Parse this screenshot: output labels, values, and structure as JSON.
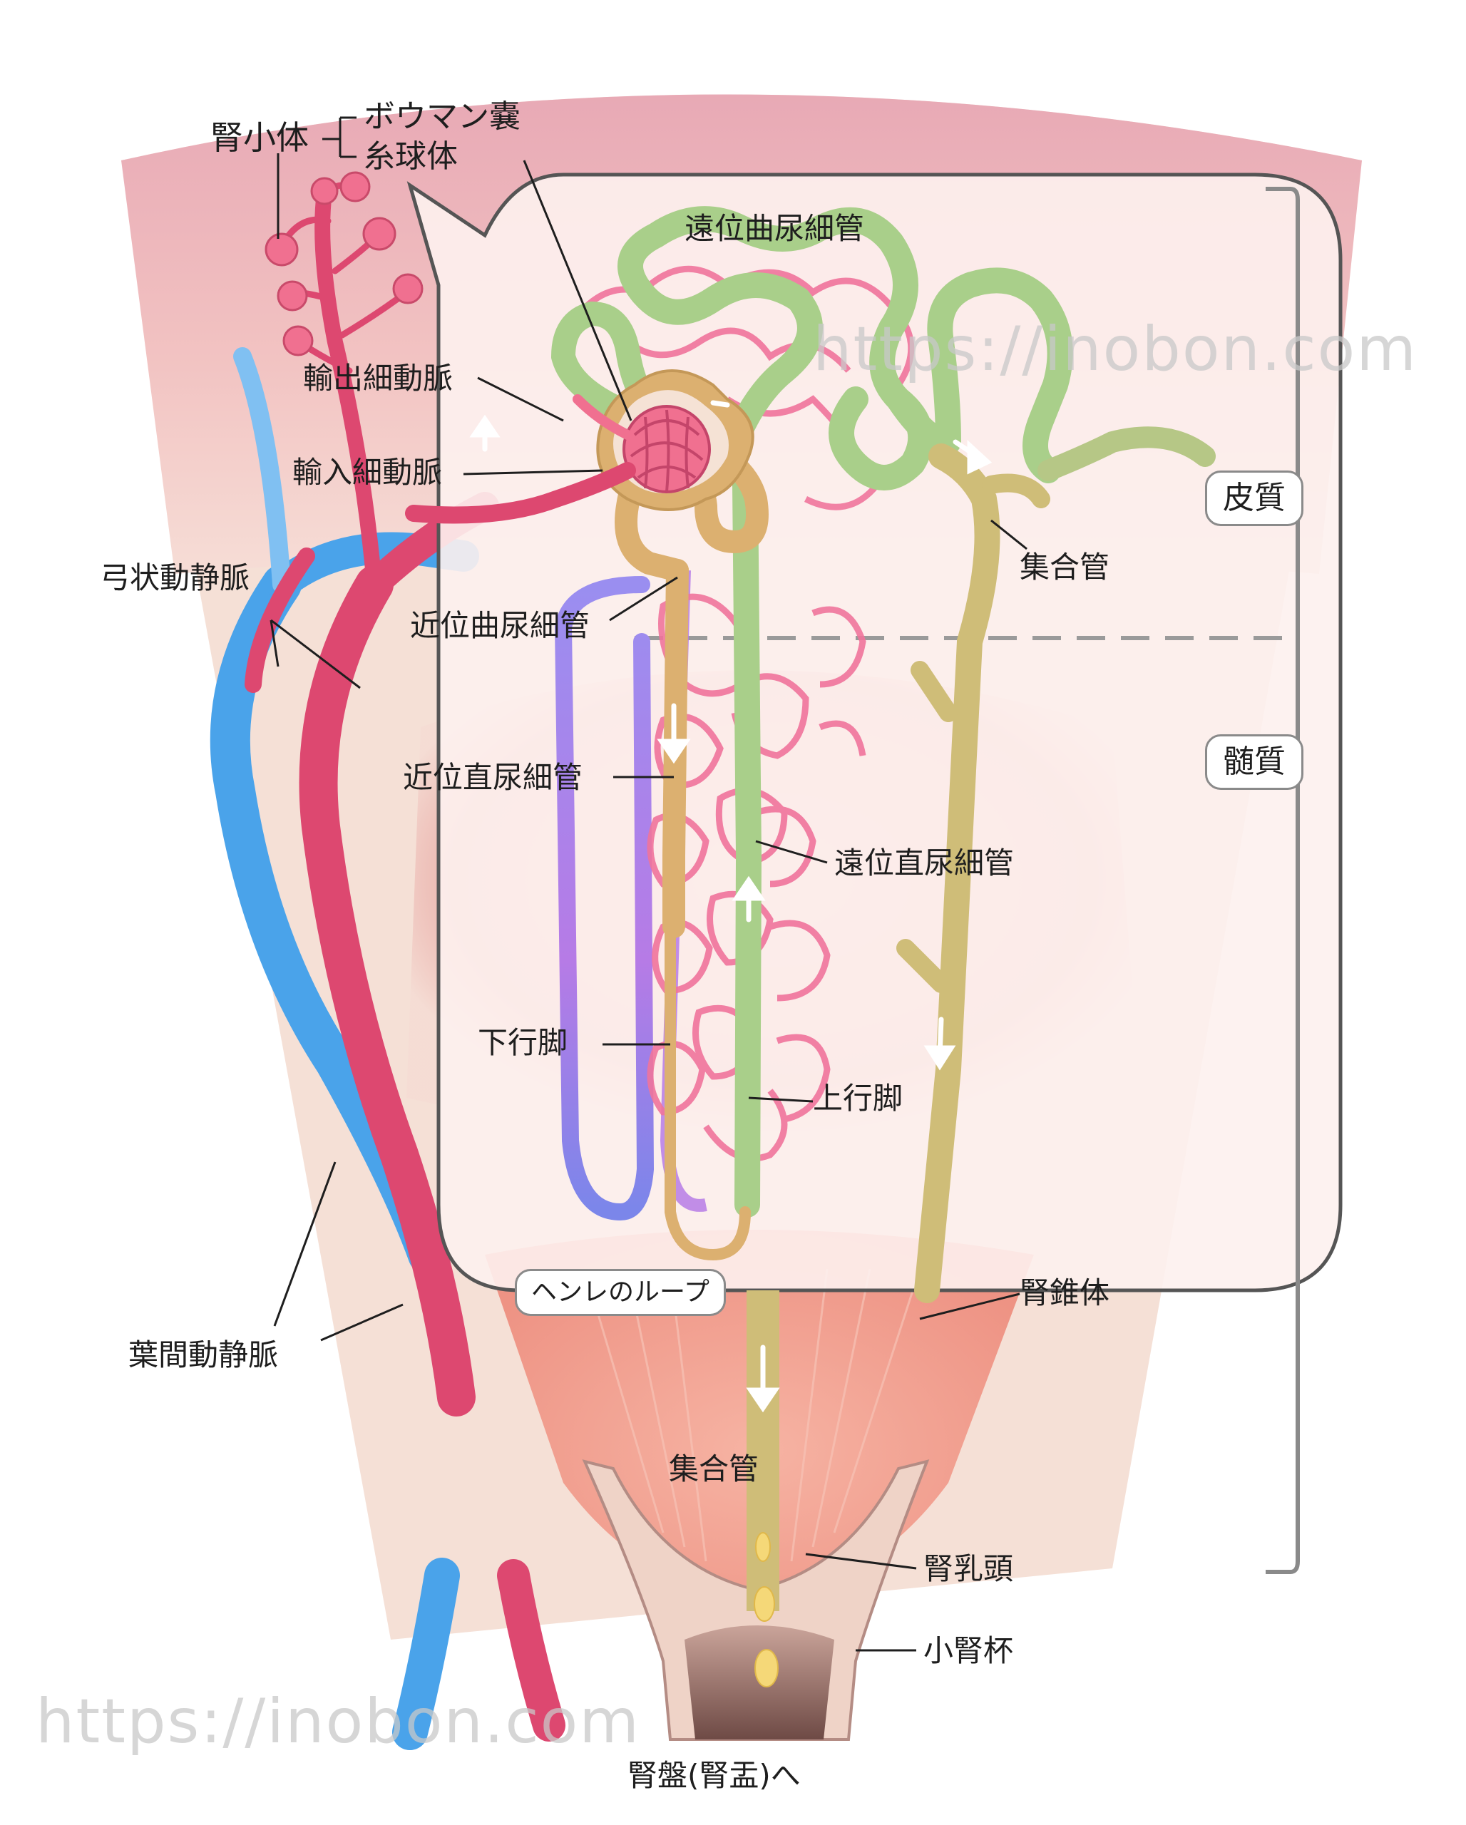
{
  "labels": {
    "renal_corpuscle": "腎小体",
    "bowman_capsule": "ボウマン嚢",
    "glomerulus": "糸球体",
    "distal_convoluted": "遠位曲尿細管",
    "efferent": "輸出細動脈",
    "afferent": "輸入細動脈",
    "arcuate": "弓状動静脈",
    "proximal_convoluted": "近位曲尿細管",
    "collecting_duct_top": "集合管",
    "cortex": "皮質",
    "medulla": "髄質",
    "proximal_straight": "近位直尿細管",
    "distal_straight": "遠位直尿細管",
    "descending_limb": "下行脚",
    "ascending_limb": "上行脚",
    "loop_of_henle": "ヘンレのループ",
    "renal_pyramid": "腎錐体",
    "interlobar": "葉間動静脈",
    "collecting_duct_bottom": "集合管",
    "renal_papilla": "腎乳頭",
    "minor_calyx": "小腎杯",
    "renal_pelvis": "腎盤(腎盂)へ"
  },
  "watermark": "https://inobon.com",
  "colors": {
    "artery": "#dd4870",
    "vein": "#4aa3ea",
    "proximal_tubule": "#dcb070",
    "distal_tubule": "#a9cf8a",
    "collecting_duct": "#cfbd78",
    "capillary": "#f0749c",
    "cortex_band": "#eaadb5",
    "medulla_bg": "#f3e1d8",
    "pyramid": "#f0a596"
  }
}
